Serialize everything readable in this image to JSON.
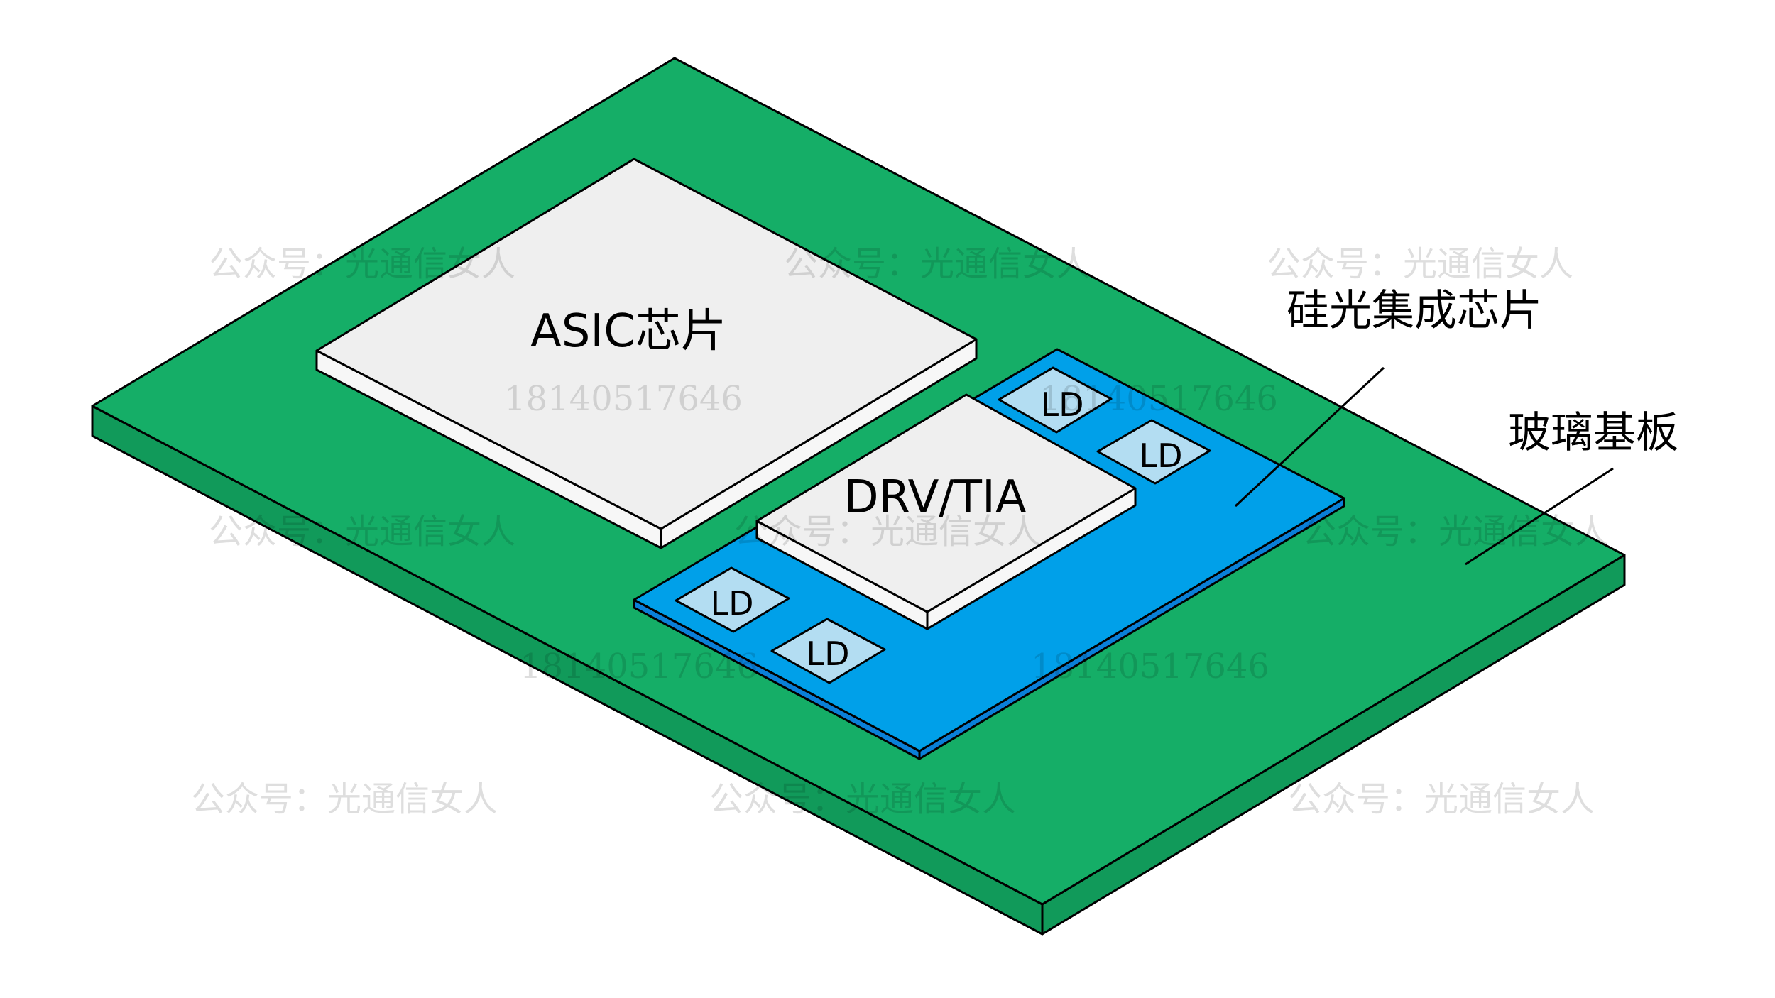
{
  "diagram": {
    "labels": {
      "asic": "ASIC芯片",
      "drv_tia": "DRV/TIA",
      "ld": "LD",
      "silicon_photonics": "硅光集成芯片",
      "glass_substrate": "玻璃基板"
    },
    "watermarks": {
      "account": "公众号：光通信女人",
      "phone": "18140517646"
    },
    "colors": {
      "substrate": "#15AE67",
      "substrate_side": "#119A5A",
      "silicon_chip": "#00A0E9",
      "chip": "#EFEFEF",
      "ld": "#B3DDF2"
    }
  }
}
